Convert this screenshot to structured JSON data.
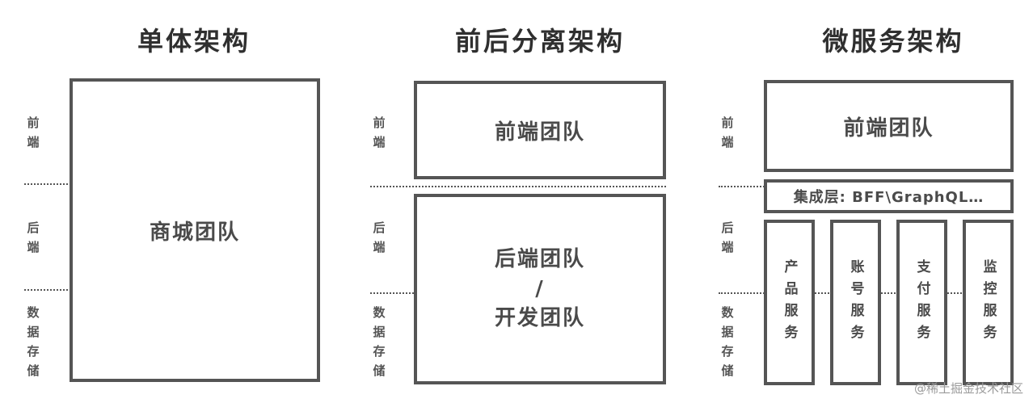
{
  "columns": [
    {
      "title": "单体架构",
      "boxes": {
        "main": "商城团队"
      }
    },
    {
      "title": "前后分离架构",
      "boxes": {
        "frontend": "前端团队",
        "backend_line1": "后端团队",
        "backend_sep": "/",
        "backend_line2": "开发团队"
      }
    },
    {
      "title": "微服务架构",
      "boxes": {
        "frontend": "前端团队",
        "integration": "集成层: BFF\\GraphQL…",
        "services": [
          "产品服务",
          "账号服务",
          "支付服务",
          "监控服务"
        ]
      }
    }
  ],
  "side_labels": {
    "frontend": "前端",
    "backend": "后端",
    "storage": "数据存储"
  },
  "watermark": "@稀土掘金技术社区"
}
